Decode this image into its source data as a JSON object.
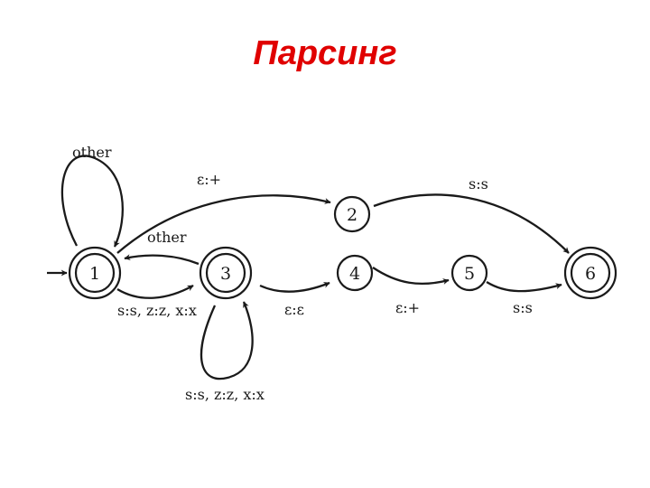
{
  "slide": {
    "title": "Парсинг",
    "title_color": "#e00000"
  },
  "diagram": {
    "stroke_color": "#1a1a1a",
    "states": [
      {
        "id": "1",
        "label": "1",
        "accepting": true,
        "initial": true
      },
      {
        "id": "2",
        "label": "2",
        "accepting": false
      },
      {
        "id": "3",
        "label": "3",
        "accepting": true
      },
      {
        "id": "4",
        "label": "4",
        "accepting": false
      },
      {
        "id": "5",
        "label": "5",
        "accepting": false
      },
      {
        "id": "6",
        "label": "6",
        "accepting": true
      }
    ],
    "transitions": [
      {
        "from": "1",
        "to": "1",
        "label": "other"
      },
      {
        "from": "1",
        "to": "2",
        "label": "ε:+"
      },
      {
        "from": "2",
        "to": "6",
        "label": "s:s"
      },
      {
        "from": "3",
        "to": "1",
        "label": "other"
      },
      {
        "from": "1",
        "to": "3",
        "label": "s:s, z:z, x:x"
      },
      {
        "from": "3",
        "to": "3",
        "label": "s:s, z:z, x:x"
      },
      {
        "from": "3",
        "to": "4",
        "label": "ε:ε"
      },
      {
        "from": "4",
        "to": "5",
        "label": "ε:+"
      },
      {
        "from": "5",
        "to": "6",
        "label": "s:s"
      }
    ]
  }
}
